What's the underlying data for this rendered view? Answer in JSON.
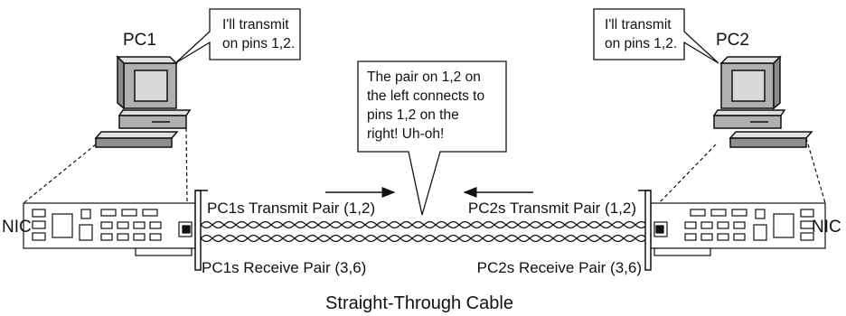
{
  "pc1": {
    "label": "PC1",
    "bubble": [
      "I'll transmit",
      "on pins 1,2."
    ]
  },
  "pc2": {
    "label": "PC2",
    "bubble": [
      "I'll transmit",
      "on pins 1,2."
    ]
  },
  "center_bubble": [
    "The pair on 1,2 on",
    "the left connects to",
    "pins 1,2 on the",
    "right! Uh-oh!"
  ],
  "nic_left": "NIC",
  "nic_right": "NIC",
  "pairs": {
    "pc1_transmit": "PC1s Transmit Pair (1,2)",
    "pc1_receive": "PC1s Receive Pair (3,6)",
    "pc2_transmit": "PC2s Transmit Pair (1,2)",
    "pc2_receive": "PC2s Receive Pair (3,6)"
  },
  "caption": "Straight-Through Cable"
}
